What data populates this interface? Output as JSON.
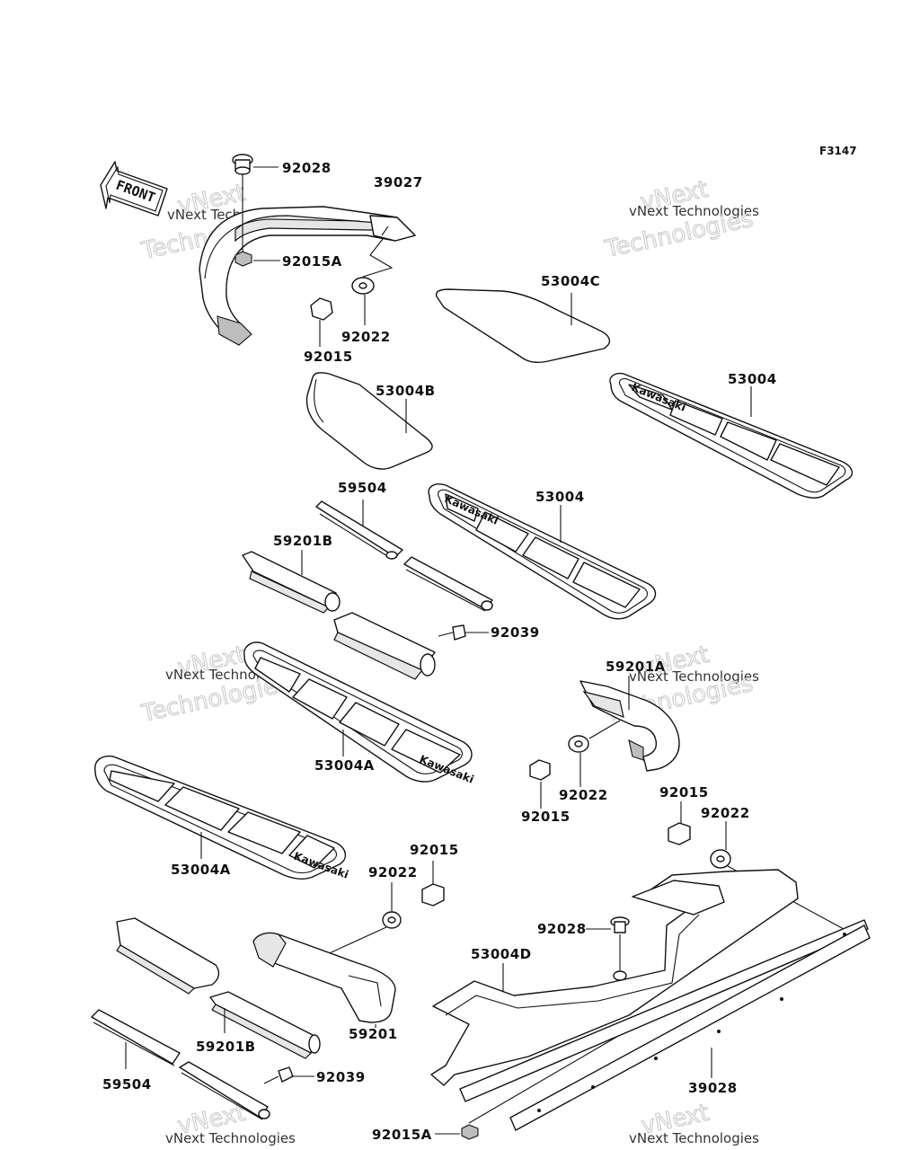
{
  "figure_code": "F3147",
  "front_label": "FRONT",
  "watermark": {
    "line1": "vNext",
    "line2": "vNext Technologies",
    "line3": "Technologies"
  },
  "labels": {
    "p92028_top": "92028",
    "p39027": "39027",
    "p92015A_top": "92015A",
    "p92022_top": "92022",
    "p92015_top": "92015",
    "p53004C": "53004C",
    "p53004_right": "53004",
    "p53004B": "53004B",
    "p59504_top": "59504",
    "p53004_mid": "53004",
    "p59201B_top": "59201B",
    "p92039_top": "92039",
    "p59201A": "59201A",
    "p53004A_mid": "53004A",
    "p92022_mid": "92022",
    "p92015_mid": "92015",
    "p92015_right": "92015",
    "p92022_right": "92022",
    "p53004A_left": "53004A",
    "p92015_low": "92015",
    "p92022_low": "92022",
    "p92028_low": "92028",
    "p53004D": "53004D",
    "p59201": "59201",
    "p59201B_low": "59201B",
    "p59504_low": "59504",
    "p92039_low": "92039",
    "p39028": "39028",
    "p92015A_low": "92015A"
  }
}
